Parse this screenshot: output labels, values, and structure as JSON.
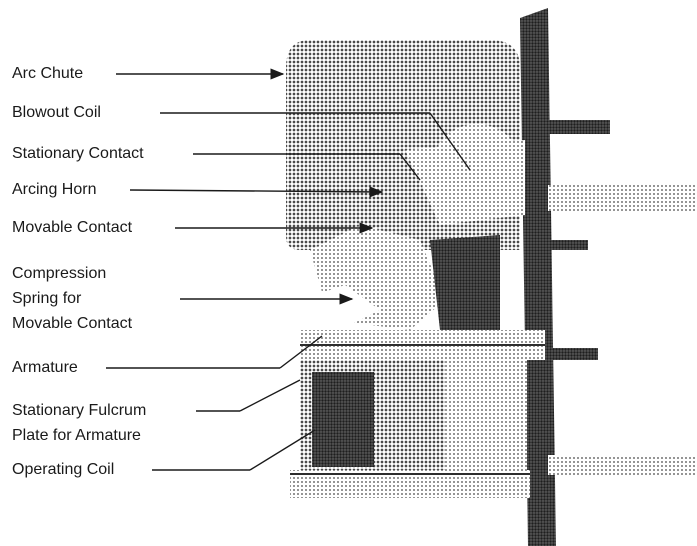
{
  "labels": {
    "arc_chute": "Arc Chute",
    "blowout_coil": "Blowout Coil",
    "stationary_contact": "Stationary Contact",
    "arcing_horn": "Arcing Horn",
    "movable_contact": "Movable Contact",
    "compression_spring": [
      "Compression",
      "Spring for",
      "Movable Contact"
    ],
    "armature": "Armature",
    "fulcrum_plate": [
      "Stationary Fulcrum",
      "Plate for Armature"
    ],
    "operating_coil": "Operating Coil"
  },
  "colors": {
    "ink": "#1a1a1a",
    "halftone": "#4a4a4a",
    "shadow": "#2e2e2e",
    "background": "#ffffff"
  }
}
